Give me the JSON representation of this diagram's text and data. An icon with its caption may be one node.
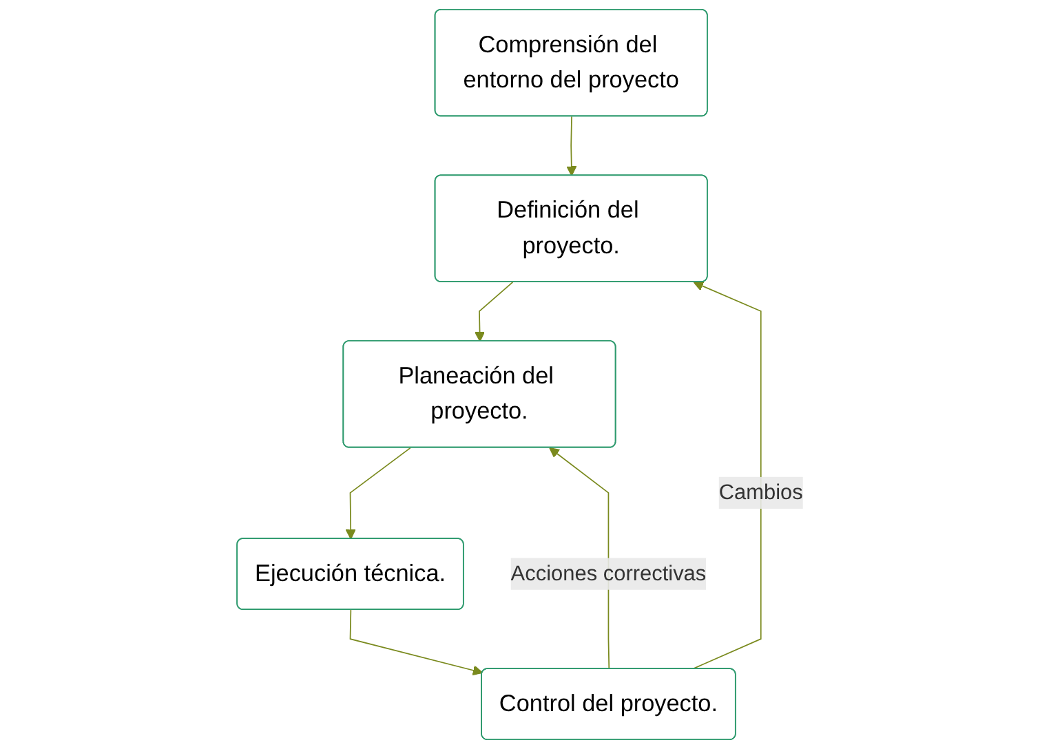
{
  "diagram": {
    "nodes": [
      {
        "text": [
          "Comprensión del entorno del proyecto"
        ]
      },
      {
        "text": [
          "Definición del proyecto."
        ]
      },
      {
        "text": [
          "Planeación del proyecto."
        ]
      },
      {
        "text": [
          "Ejecución técnica."
        ]
      },
      {
        "text": [
          "Control del proyecto."
        ]
      }
    ],
    "edges": [
      {
        "from": 0,
        "to": 1,
        "arrow": "to"
      },
      {
        "from": 1,
        "to": 2,
        "arrow": "to"
      },
      {
        "from": 2,
        "to": 3,
        "arrow": "to"
      },
      {
        "from": 3,
        "to": 4,
        "arrow": "to"
      },
      {
        "from": 4,
        "to": 2,
        "label": "Acciones correctivas",
        "arrow": "to"
      },
      {
        "from": 4,
        "to": 1,
        "label": "Cambios",
        "arrow": "to"
      }
    ]
  }
}
